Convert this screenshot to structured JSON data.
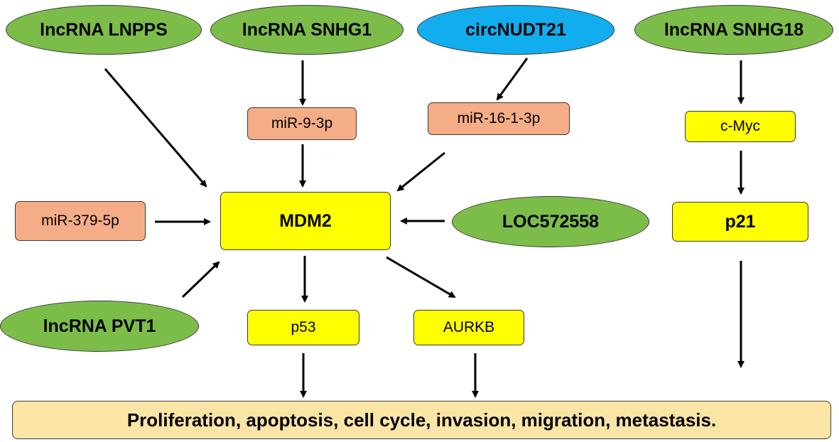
{
  "nodes": {
    "lncrna_lnpps": "lncRNA LNPPS",
    "lncrna_snhg1": "lncRNA SNHG1",
    "circnudt21": "circNUDT21",
    "lncrna_snhg18": "lncRNA SNHG18",
    "mir_9_3p": "miR-9-3p",
    "mir_16_1_3p": "miR-16-1-3p",
    "c_myc": "c-Myc",
    "mir_379_5p": "miR-379-5p",
    "mdm2": "MDM2",
    "loc572558": "LOC572558",
    "p21": "p21",
    "lncrna_pvt1": "lncRNA PVT1",
    "p53": "p53",
    "aurkb": "AURKB",
    "outcome": "Proliferation, apoptosis, cell cycle, invasion, migration, metastasis."
  },
  "colors": {
    "lncrna": "#7cbd4a",
    "circrna": "#12adef",
    "mirna": "#f5ad87",
    "protein": "#ffff00",
    "outcome": "#fbe5a6",
    "arrow": "#000000"
  }
}
